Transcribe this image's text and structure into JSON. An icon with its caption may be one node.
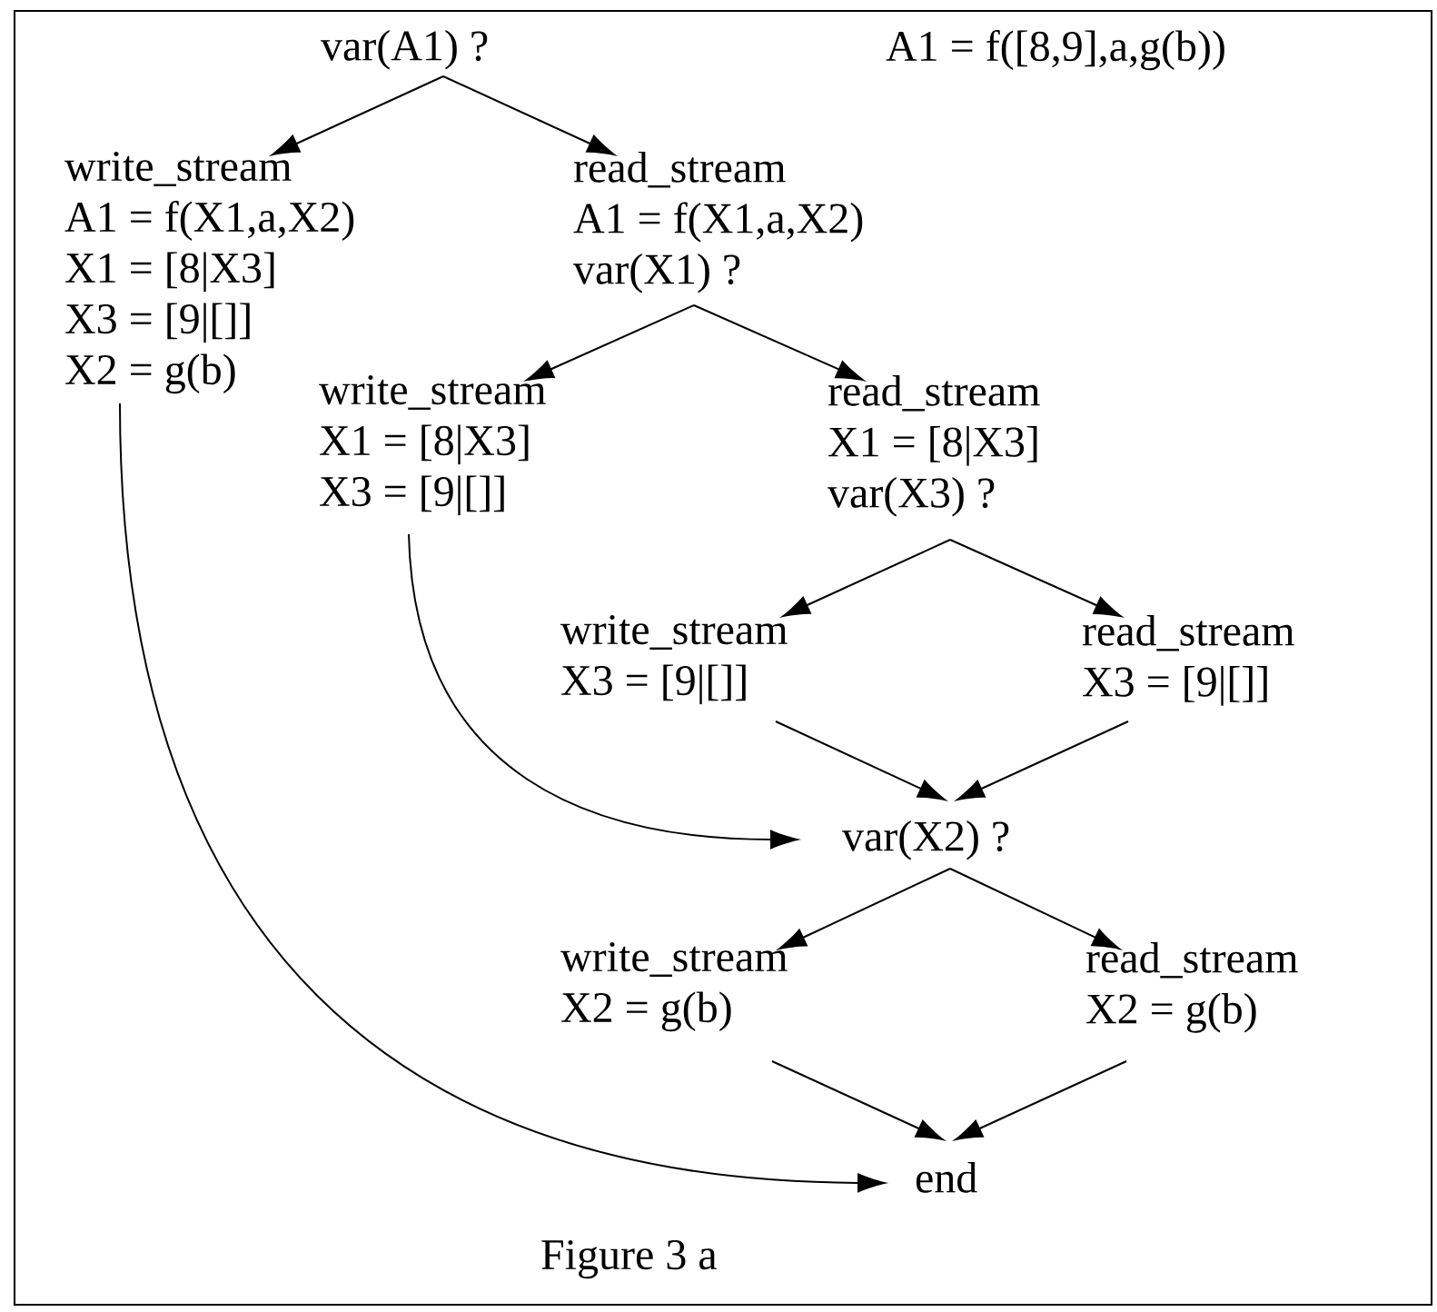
{
  "diagram": {
    "caption": "Figure 3 a",
    "nodes": [
      {
        "text": [
          "var(A1) ?"
        ]
      },
      {
        "text": [
          "write_stream",
          "A1 = f(X1,a,X2)",
          "X1 = [8|X3]",
          "X3 = [9|[]]",
          "X2 = g(b)"
        ]
      },
      {
        "text": [
          "read_stream",
          "A1 = f(X1,a,X2)",
          "var(X1) ?"
        ]
      },
      {
        "text": [
          "write_stream",
          "X1 = [8|X3]",
          "X3 = [9|[]]"
        ]
      },
      {
        "text": [
          "read_stream",
          "X1 = [8|X3]",
          "var(X3) ?"
        ]
      },
      {
        "text": [
          "write_stream",
          "X3 = [9|[]]"
        ]
      },
      {
        "text": [
          "read_stream",
          "X3 = [9|[]]"
        ]
      },
      {
        "text": [
          "var(X2) ?"
        ]
      },
      {
        "text": [
          "write_stream",
          "X2 = g(b)"
        ]
      },
      {
        "text": [
          "read_stream",
          "X2 = g(b)"
        ]
      },
      {
        "text": [
          "end"
        ]
      }
    ],
    "edges": [
      {
        "from": 0,
        "to": 1,
        "arrow": "to"
      },
      {
        "from": 0,
        "to": 2,
        "arrow": "to"
      },
      {
        "from": 2,
        "to": 3,
        "arrow": "to"
      },
      {
        "from": 2,
        "to": 4,
        "arrow": "to"
      },
      {
        "from": 4,
        "to": 5,
        "arrow": "to"
      },
      {
        "from": 4,
        "to": 6,
        "arrow": "to"
      },
      {
        "from": 5,
        "to": 7,
        "arrow": "to"
      },
      {
        "from": 6,
        "to": 7,
        "arrow": "to"
      },
      {
        "from": 3,
        "to": 7,
        "arrow": "to"
      },
      {
        "from": 7,
        "to": 8,
        "arrow": "to"
      },
      {
        "from": 7,
        "to": 9,
        "arrow": "to"
      },
      {
        "from": 8,
        "to": 10,
        "arrow": "to"
      },
      {
        "from": 9,
        "to": 10,
        "arrow": "to"
      },
      {
        "from": 1,
        "to": 10,
        "arrow": "to"
      }
    ],
    "labels": [
      "A1 = f([8,9],a,g(b))"
    ]
  }
}
